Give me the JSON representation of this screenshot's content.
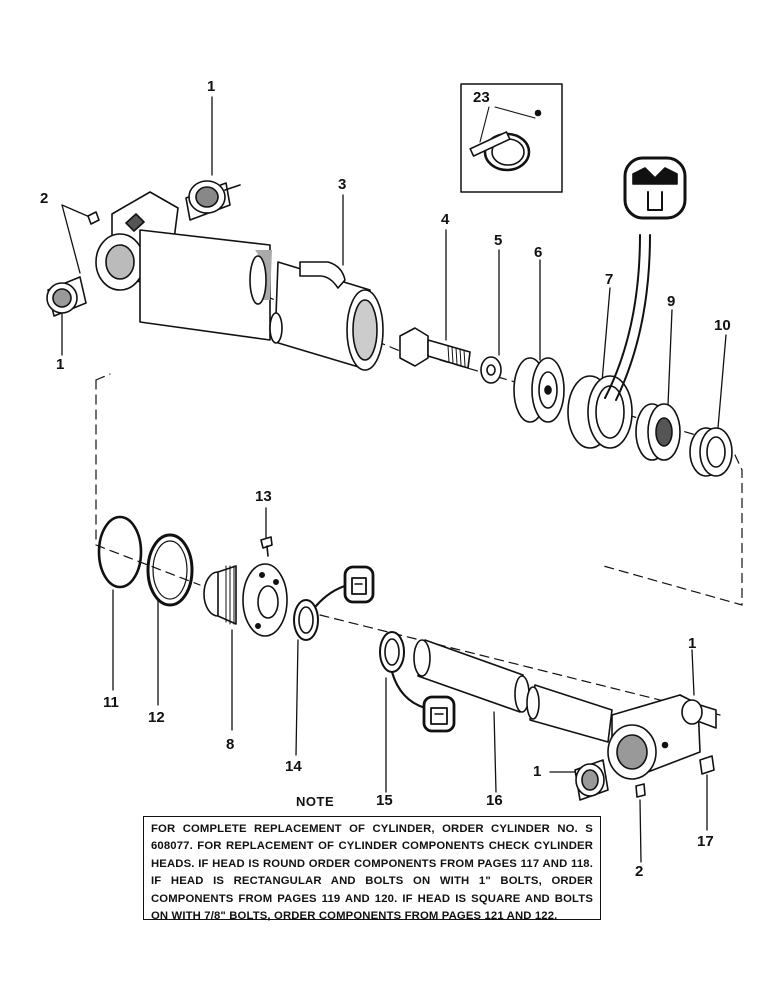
{
  "callouts": {
    "c1_top": "1",
    "c1_left": "1",
    "c1_right": "1",
    "c1_bottom": "1",
    "c2_top": "2",
    "c2_bottom": "2",
    "c3": "3",
    "c4": "4",
    "c5": "5",
    "c6": "6",
    "c7": "7",
    "c8": "8",
    "c9": "9",
    "c10": "10",
    "c11": "11",
    "c12": "12",
    "c13": "13",
    "c14": "14",
    "c15": "15",
    "c16": "16",
    "c17": "17",
    "c23": "23"
  },
  "note": {
    "title": "NOTE",
    "text": "FOR COMPLETE REPLACEMENT OF CYLINDER, ORDER CYLINDER NO. S 608077. FOR REPLACEMENT OF CYLINDER COMPONENTS CHECK CYLINDER HEADS. IF HEAD IS ROUND ORDER COMPONENTS FROM PAGES 117 AND 118. IF HEAD IS RECTANGULAR AND BOLTS ON WITH 1\" BOLTS, ORDER COMPONENTS FROM PAGES 119 AND 120. IF HEAD IS SQUARE AND BOLTS ON WITH 7/8\" BOLTS, ORDER COMPONENTS FROM PAGES 121 AND 122."
  }
}
